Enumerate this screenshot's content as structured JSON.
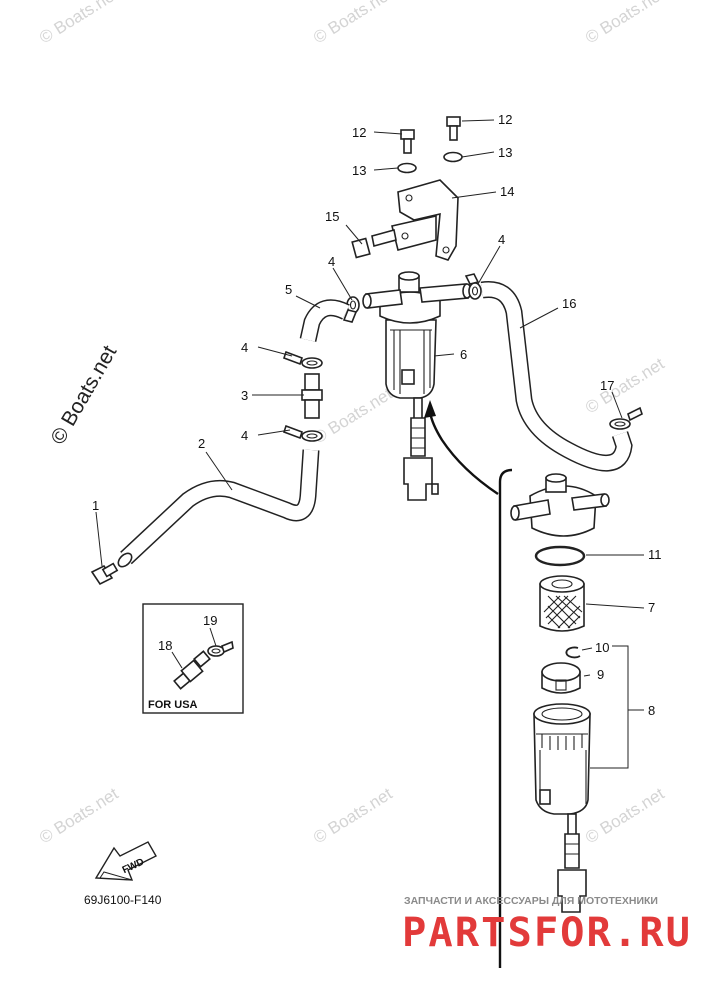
{
  "watermark": "© Boats.net",
  "watermark_side": "© Boats.net",
  "callouts": [
    "1",
    "2",
    "3",
    "4",
    "5",
    "6",
    "7",
    "8",
    "9",
    "10",
    "11",
    "12",
    "13",
    "14",
    "15",
    "16",
    "17",
    "18",
    "19"
  ],
  "inset_label": "FOR USA",
  "fwd_label": "FWD",
  "diagram_code": "69J6100-F140",
  "footer_tagline": "ЗАПЧАСТИ И АКСЕССУАРЫ ДЛЯ МОТОТЕХНИКИ",
  "footer_brand": "PARTSFOR.RU",
  "colors": {
    "line": "#222222",
    "watermark": "#d4d4d4",
    "brand_red": "#e23a3a",
    "tagline": "#8a8a8a"
  }
}
